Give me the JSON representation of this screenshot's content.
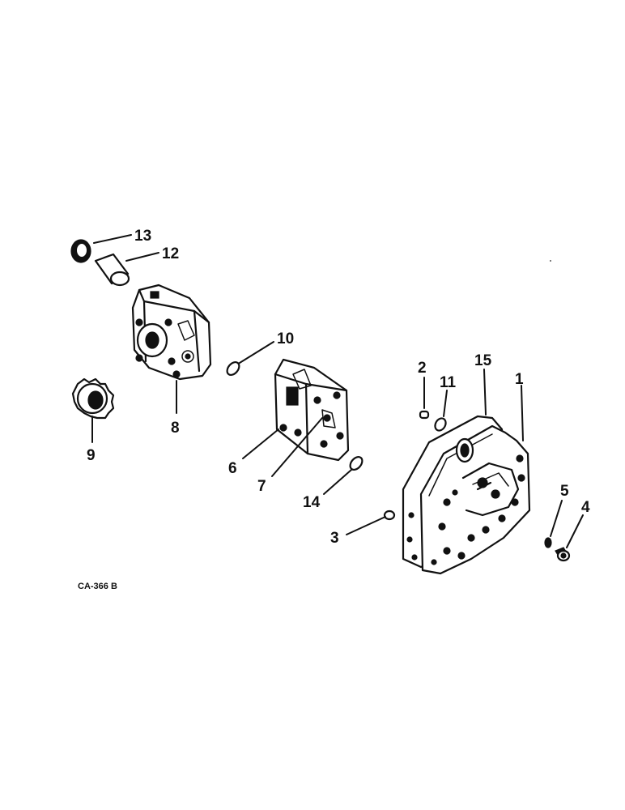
{
  "figure": {
    "code": "CA-366 B",
    "callouts": [
      "1",
      "2",
      "3",
      "4",
      "5",
      "6",
      "7",
      "8",
      "9",
      "10",
      "11",
      "12",
      "13",
      "14",
      "15"
    ]
  },
  "parts": [
    {
      "number": "1",
      "icon": "cover-plate-icon"
    },
    {
      "number": "2",
      "icon": "pin-icon"
    },
    {
      "number": "3",
      "icon": "dowel-icon"
    },
    {
      "number": "4",
      "icon": "bolt-icon"
    },
    {
      "number": "5",
      "icon": "washer-icon"
    },
    {
      "number": "6",
      "icon": "adapter-body-icon"
    },
    {
      "number": "7",
      "icon": "adapter-port-icon"
    },
    {
      "number": "8",
      "icon": "hydraulic-pump-icon"
    },
    {
      "number": "9",
      "icon": "drive-gear-icon"
    },
    {
      "number": "10",
      "icon": "o-ring-icon"
    },
    {
      "number": "11",
      "icon": "o-ring-icon"
    },
    {
      "number": "12",
      "icon": "sleeve-icon"
    },
    {
      "number": "13",
      "icon": "seal-ring-icon"
    },
    {
      "number": "14",
      "icon": "o-ring-icon"
    },
    {
      "number": "15",
      "icon": "gasket-icon"
    }
  ]
}
